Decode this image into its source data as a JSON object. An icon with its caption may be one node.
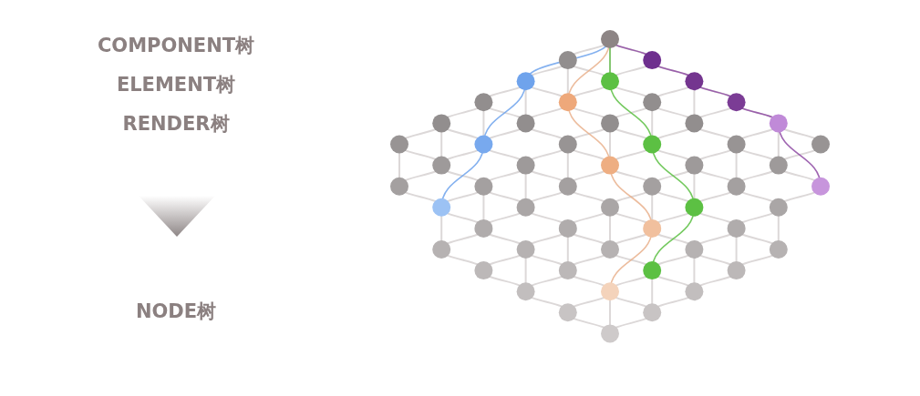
{
  "diagram": {
    "labels": [
      "COMPONENT树",
      "ELEMENT树",
      "RENDER树",
      "NODE树"
    ]
  }
}
